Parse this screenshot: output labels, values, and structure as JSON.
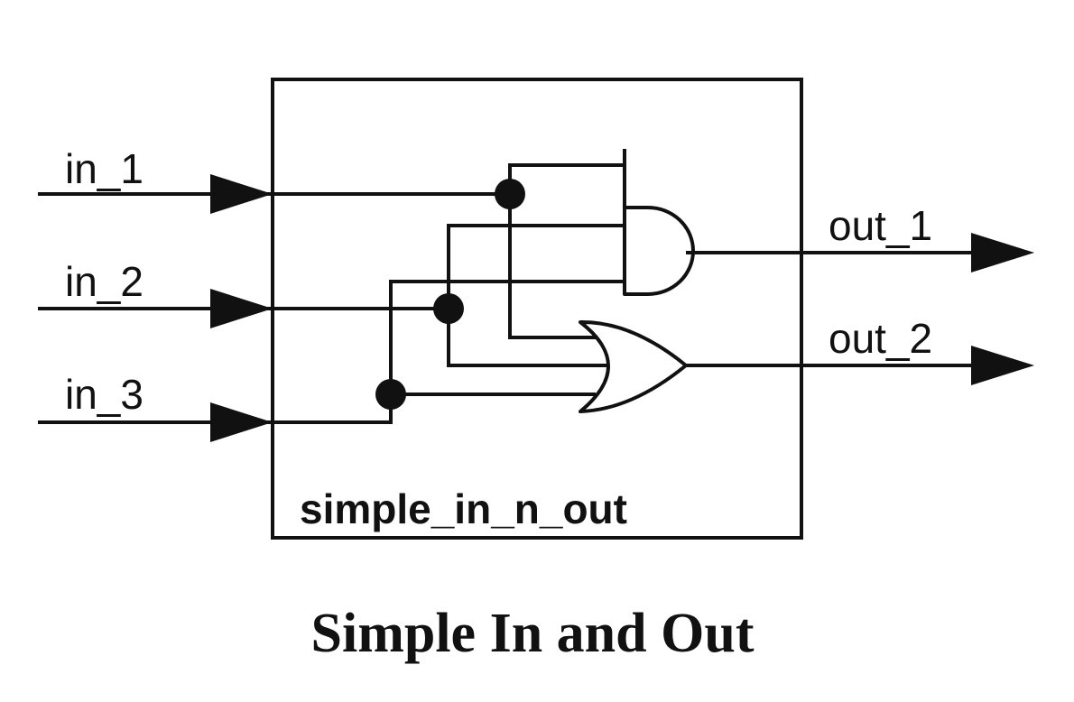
{
  "module": {
    "name": "simple_in_n_out"
  },
  "inputs": [
    "in_1",
    "in_2",
    "in_3"
  ],
  "outputs": [
    "out_1",
    "out_2"
  ],
  "gates": [
    {
      "type": "AND",
      "inputs": [
        "in_1",
        "in_2",
        "in_3"
      ],
      "output": "out_1"
    },
    {
      "type": "OR",
      "inputs": [
        "in_1",
        "in_2",
        "in_3"
      ],
      "output": "out_2"
    }
  ],
  "caption": "Simple In and Out"
}
